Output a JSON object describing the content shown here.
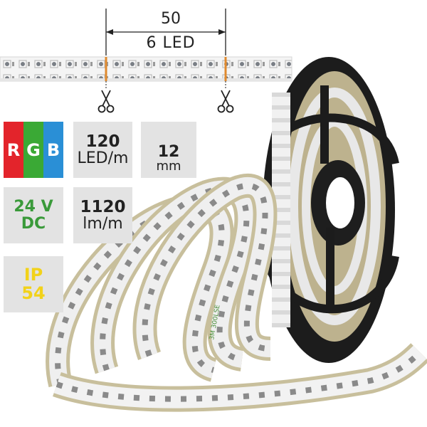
{
  "dimension": {
    "length": "50",
    "leds": "6 LED"
  },
  "specs": {
    "color_letters": [
      "R",
      "G",
      "B"
    ],
    "led_density_value": "120",
    "led_density_unit": "LED/m",
    "width_value": "12",
    "width_unit": "mm",
    "voltage_line1": "24 V",
    "voltage_line2": "DC",
    "lumen_value": "1120",
    "lumen_unit": "lm/m",
    "ip_line1": "IP",
    "ip_line2": "54"
  },
  "colors": {
    "red": "#e3242b",
    "green": "#3aa935",
    "blue": "#2a8fd6",
    "tile_gray": "#e3e3e3",
    "voltage_green": "#3a9a3a",
    "ip_yellow": "#f2d21a"
  },
  "strip_marking": "3M 300LSE"
}
